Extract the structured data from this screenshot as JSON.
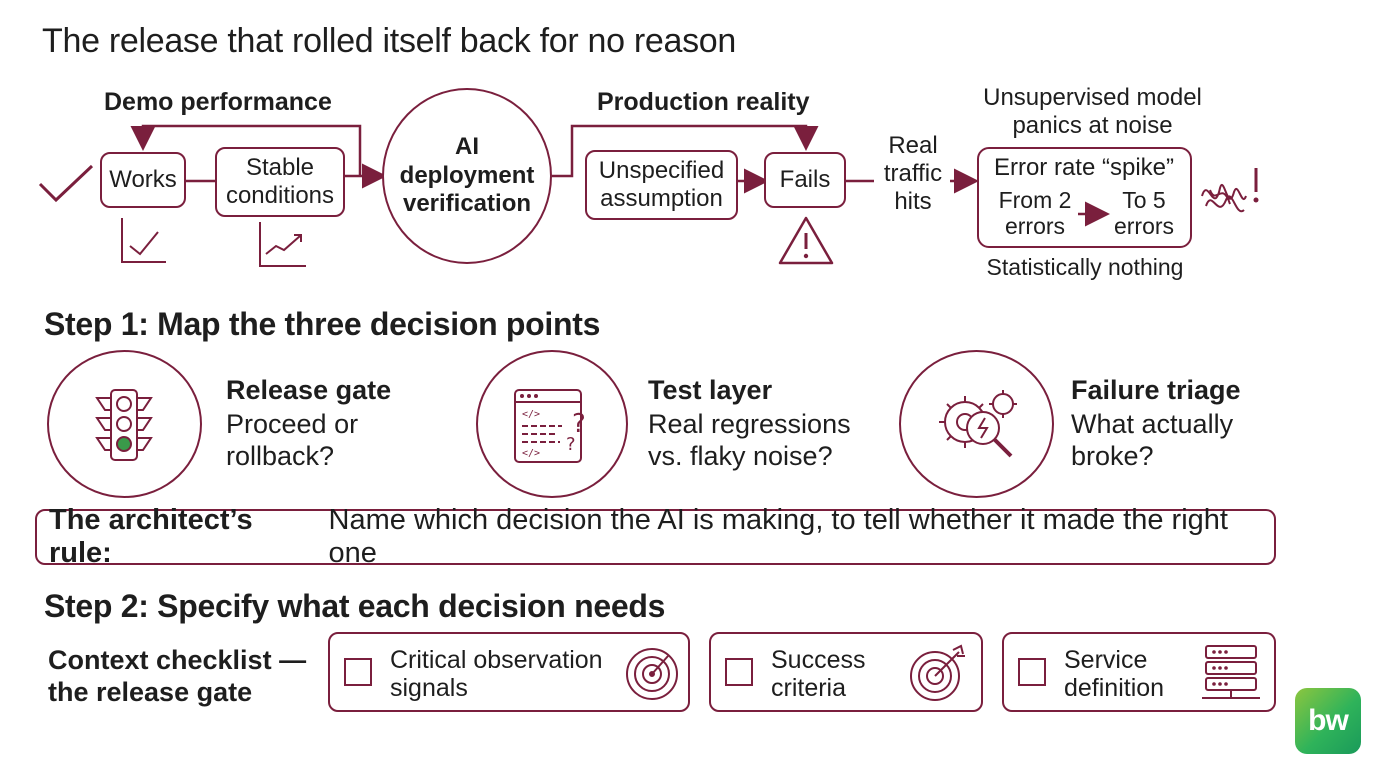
{
  "title": "The release that rolled itself back for no reason",
  "flow": {
    "demo_label": "Demo performance",
    "production_label": "Production reality",
    "works": "Works",
    "stable_conditions": "Stable conditions",
    "verification": "AI deployment verification",
    "unspecified": "Unspecified assumption",
    "fails": "Fails",
    "traffic": "Real traffic hits",
    "unsupervised": "Unsupervised model panics at noise",
    "error_title": "Error rate “spike”",
    "from_errors": "From 2 errors",
    "to_errors": "To 5 errors",
    "nothing": "Statistically nothing"
  },
  "step1": {
    "heading": "Step 1: Map the three decision points",
    "points": [
      {
        "title": "Release gate",
        "desc": "Proceed or rollback?",
        "icon": "traffic-light-icon"
      },
      {
        "title": "Test layer",
        "desc": "Real regressions vs. flaky noise?",
        "icon": "code-window-icon"
      },
      {
        "title": "Failure triage",
        "desc": "What actually broke?",
        "icon": "gear-magnifier-icon"
      }
    ]
  },
  "rule": {
    "label": "The architect’s rule:",
    "text": "Name which decision the AI is making, to tell whether it made the right one"
  },
  "step2": {
    "heading": "Step 2: Specify what each decision needs",
    "checklist_label": "Context checklist — the release gate",
    "items": [
      {
        "label": "Critical observation signals",
        "icon": "radar-icon"
      },
      {
        "label": "Success criteria",
        "icon": "target-icon"
      },
      {
        "label": "Service definition",
        "icon": "server-icon"
      }
    ]
  },
  "logo": {
    "text": "bw"
  },
  "colors": {
    "accent": "#7a1f3d",
    "text": "#1e1e1e",
    "logo_green": "#2fb35a"
  }
}
